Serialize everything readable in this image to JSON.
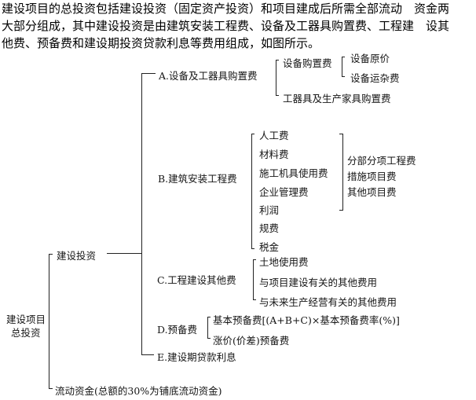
{
  "intro": {
    "line1": "建设项目的总投资包括建设投资（固定资产投资）和项目建成后所需全部流动　资金两",
    "line2": "大部分组成，其中建设投资是由建筑安装工程费、设备及工器具购置费、工程建　设其",
    "line3": "他费、预备费和建设期投资贷款利息等费用组成，如图所示。"
  },
  "diagram": {
    "root": "建设项目",
    "root2": "总投资",
    "construction_investment": "建设投资",
    "working_capital": "流动资金(总额的30%为铺底流动资金)",
    "A": {
      "label": "A.设备及工器具购置费",
      "equipment_purchase": "设备购置费",
      "equipment_original_price": "设备原价",
      "equipment_freight": "设备运杂费",
      "tools_purchase": "工器具及生产家具购置费"
    },
    "B": {
      "label": "B.建筑安装工程费",
      "items": [
        "人工费",
        "材料费",
        "施工机具使用费",
        "企业管理费",
        "利润",
        "规费",
        "税金"
      ],
      "groups": [
        "分部分项工程费",
        "措施项目费",
        "其他项目费"
      ]
    },
    "C": {
      "label": "C.工程建设其他费",
      "items": [
        "土地使用费",
        "与项目建设有关的其他费用",
        "与未来生产经营有关的其他费用"
      ]
    },
    "D": {
      "label": "D.预备费",
      "items": [
        "基本预备费[(A+B+C)×基本预备费率(%)]",
        "涨价(价差)预备费"
      ]
    },
    "E": {
      "label": "E.建设期贷款利息"
    }
  }
}
